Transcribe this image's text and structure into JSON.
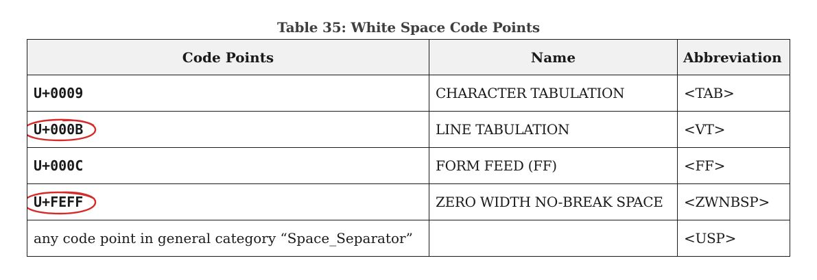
{
  "caption": "Table 35: White Space Code Points",
  "table": {
    "headers": [
      "Code Points",
      "Name",
      "Abbreviation"
    ],
    "rows": [
      {
        "code": "U+0009",
        "name": "CHARACTER TABULATION",
        "abbr": "<TAB>",
        "circled": false
      },
      {
        "code": "U+000B",
        "name": "LINE TABULATION",
        "abbr": "<VT>",
        "circled": true
      },
      {
        "code": "U+000C",
        "name": "FORM FEED (FF)",
        "abbr": "<FF>",
        "circled": false
      },
      {
        "code": "U+FEFF",
        "name": "ZERO WIDTH NO-BREAK SPACE",
        "abbr": "<ZWNBSP>",
        "circled": true
      },
      {
        "code": "any code point in general category “Space_Separator”",
        "name": "",
        "abbr": "<USP>",
        "circled": false
      }
    ]
  },
  "colors": {
    "annotation_circle": "#d42a2a",
    "header_background": "#f1f1f1",
    "border": "#1a1a1a",
    "caption_text": "#3f3f3f"
  },
  "icons": {
    "annotation": "hand-drawn-red-circle"
  }
}
